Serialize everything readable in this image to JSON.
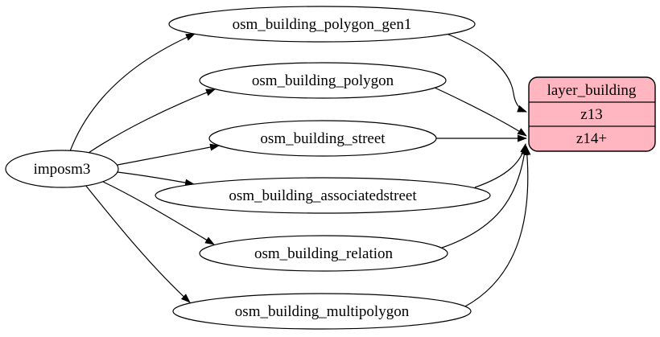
{
  "colors": {
    "layer_fill": "#ffb6c1",
    "table_fill": "#ffffff",
    "edge_stroke": "#000000"
  },
  "source": {
    "label": "imposm3"
  },
  "tables": [
    {
      "label": "osm_building_polygon_gen1"
    },
    {
      "label": "osm_building_polygon"
    },
    {
      "label": "osm_building_street"
    },
    {
      "label": "osm_building_associatedstreet"
    },
    {
      "label": "osm_building_relation"
    },
    {
      "label": "osm_building_multipolygon"
    }
  ],
  "layer": {
    "title": "layer_building",
    "rows": [
      {
        "label": "z13"
      },
      {
        "label": "z14+"
      }
    ]
  },
  "edges": [
    {
      "from": "imposm3",
      "to": "osm_building_polygon_gen1"
    },
    {
      "from": "imposm3",
      "to": "osm_building_polygon"
    },
    {
      "from": "imposm3",
      "to": "osm_building_street"
    },
    {
      "from": "imposm3",
      "to": "osm_building_associatedstreet"
    },
    {
      "from": "imposm3",
      "to": "osm_building_relation"
    },
    {
      "from": "imposm3",
      "to": "osm_building_multipolygon"
    },
    {
      "from": "osm_building_polygon_gen1",
      "to": "layer_building:z13"
    },
    {
      "from": "osm_building_polygon",
      "to": "layer_building:z14+"
    },
    {
      "from": "osm_building_street",
      "to": "layer_building:z14+"
    },
    {
      "from": "osm_building_associatedstreet",
      "to": "layer_building:z14+"
    },
    {
      "from": "osm_building_relation",
      "to": "layer_building:z14+"
    },
    {
      "from": "osm_building_multipolygon",
      "to": "layer_building:z14+"
    }
  ]
}
